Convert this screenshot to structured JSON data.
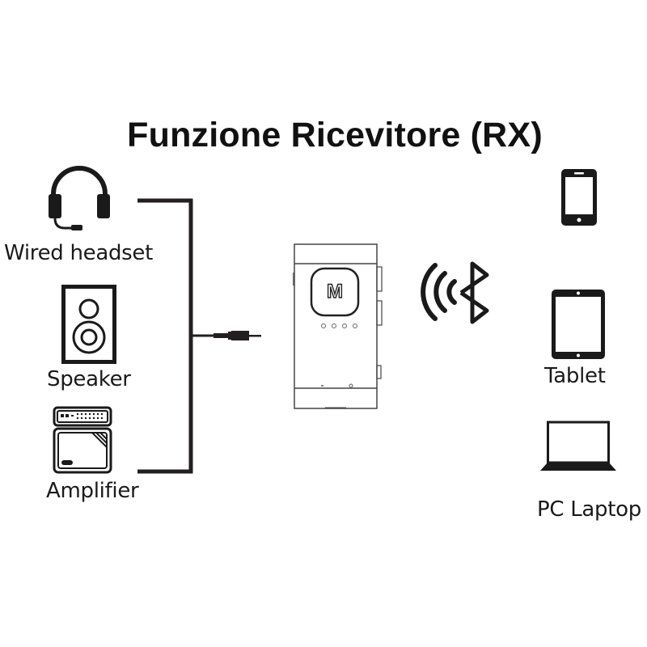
{
  "title": "Funzione Ricevitore (RX)",
  "left_devices": [
    {
      "label": "Wired headset",
      "icon": "headset-icon"
    },
    {
      "label": "Speaker",
      "icon": "speaker-icon"
    },
    {
      "label": "Amplifier",
      "icon": "amplifier-icon"
    }
  ],
  "center_device": {
    "button_label": "M",
    "icon": "receiver-device-icon",
    "led_count": 4
  },
  "wireless": {
    "icon": "bluetooth-wave-icon"
  },
  "right_devices": [
    {
      "label": "",
      "icon": "smartphone-icon"
    },
    {
      "label": "Tablet",
      "icon": "tablet-icon"
    },
    {
      "label": "PC Laptop",
      "icon": "laptop-icon"
    }
  ],
  "colors": {
    "ink": "#1a1a1a",
    "line": "#231f20",
    "device_outline": "#444444",
    "background": "#ffffff"
  }
}
